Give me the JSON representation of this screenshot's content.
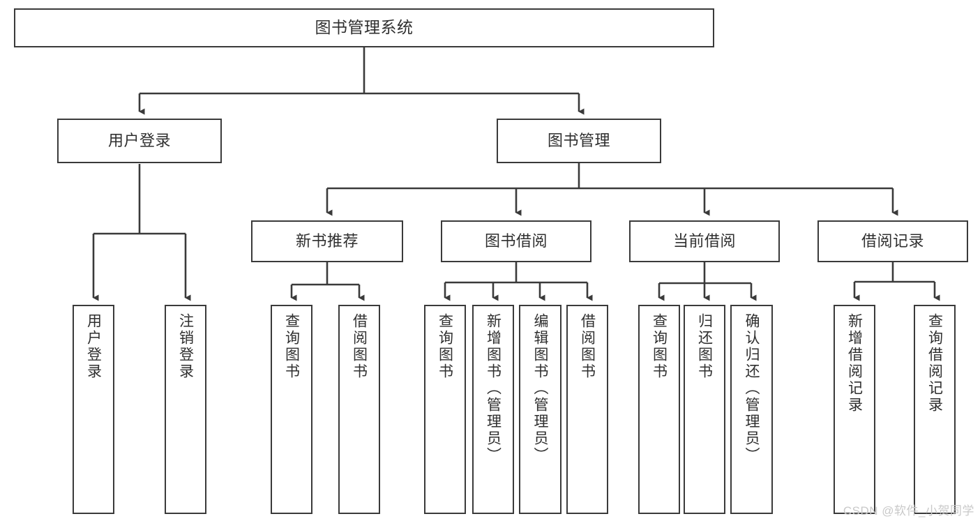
{
  "diagram": {
    "title": "图书管理系统",
    "type": "tree",
    "colors": {
      "box_border": "#3a3a3a",
      "box_fill": "#ffffff",
      "text": "#2f2f2f",
      "edge": "#3a3a3a",
      "background": "#ffffff",
      "watermark": "#c9c9c9"
    },
    "watermark": "CSDN @软件_小贺同学"
  },
  "nodes": {
    "root": {
      "label": "图书管理系统"
    },
    "level1": [
      {
        "label": "用户登录"
      },
      {
        "label": "图书管理"
      }
    ],
    "level2": [
      {
        "label": "新书推荐"
      },
      {
        "label": "图书借阅"
      },
      {
        "label": "当前借阅"
      },
      {
        "label": "借阅记录"
      }
    ],
    "leaves_user_login": [
      {
        "label": "用户登录"
      },
      {
        "label": "注销登录"
      }
    ],
    "leaves_new_book": [
      {
        "label": "查询图书"
      },
      {
        "label": "借阅图书"
      }
    ],
    "leaves_borrow": [
      {
        "label": "查询图书"
      },
      {
        "label": "新增图书（管理员）"
      },
      {
        "label": "编辑图书（管理员）"
      },
      {
        "label": "借阅图书"
      }
    ],
    "leaves_current": [
      {
        "label": "查询图书"
      },
      {
        "label": "归还图书"
      },
      {
        "label": "确认归还（管理员）"
      }
    ],
    "leaves_record": [
      {
        "label": "新增借阅记录"
      },
      {
        "label": "查询借阅记录"
      }
    ]
  }
}
